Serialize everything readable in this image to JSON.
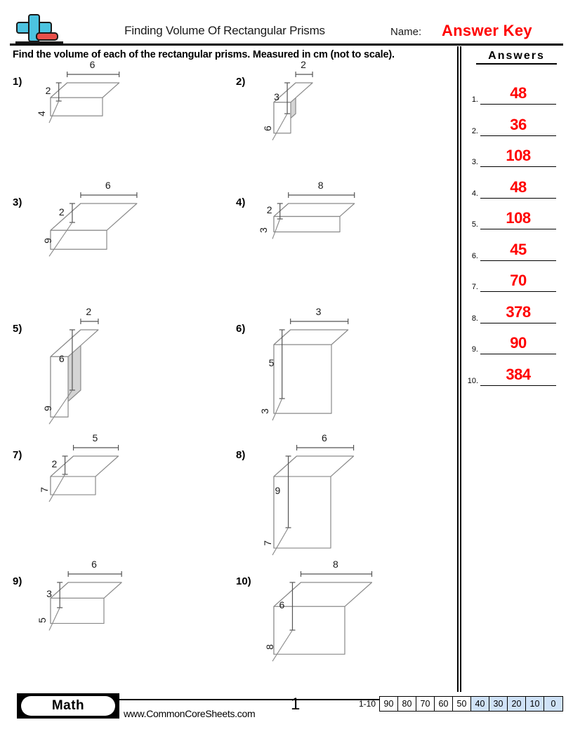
{
  "header": {
    "logo_name": "common-core-sheets-logo",
    "title": "Finding Volume Of Rectangular Prisms",
    "name_label": "Name:",
    "answer_key_text": "Answer Key",
    "answer_key_color": "#ff0000",
    "instructions": "Find the volume of each of the rectangular prisms. Measured in cm (not to scale)."
  },
  "answers_panel": {
    "heading": "Answers",
    "rows": [
      {
        "num": "1.",
        "value": "48"
      },
      {
        "num": "2.",
        "value": "36"
      },
      {
        "num": "3.",
        "value": "108"
      },
      {
        "num": "4.",
        "value": "48"
      },
      {
        "num": "5.",
        "value": "108"
      },
      {
        "num": "6.",
        "value": "45"
      },
      {
        "num": "7.",
        "value": "70"
      },
      {
        "num": "8.",
        "value": "378"
      },
      {
        "num": "9.",
        "value": "90"
      },
      {
        "num": "10.",
        "value": "384"
      }
    ]
  },
  "problems": [
    {
      "num": "1)",
      "width": "6",
      "height": "2",
      "depth": "4"
    },
    {
      "num": "2)",
      "width": "2",
      "height": "3",
      "depth": "6"
    },
    {
      "num": "3)",
      "width": "6",
      "height": "2",
      "depth": "9"
    },
    {
      "num": "4)",
      "width": "8",
      "height": "2",
      "depth": "3"
    },
    {
      "num": "5)",
      "width": "2",
      "height": "6",
      "depth": "9"
    },
    {
      "num": "6)",
      "width": "3",
      "height": "5",
      "depth": "3"
    },
    {
      "num": "7)",
      "width": "5",
      "height": "2",
      "depth": "7"
    },
    {
      "num": "8)",
      "width": "6",
      "height": "9",
      "depth": "7"
    },
    {
      "num": "9)",
      "width": "6",
      "height": "3",
      "depth": "5"
    },
    {
      "num": "10)",
      "width": "8",
      "height": "6",
      "depth": "8"
    }
  ],
  "footer": {
    "subject_badge": "Math",
    "site_url": "www.CommonCoreSheets.com",
    "page_number": "1",
    "score_label": "1-10",
    "score_cells": [
      {
        "value": "90",
        "highlighted": false
      },
      {
        "value": "80",
        "highlighted": false
      },
      {
        "value": "70",
        "highlighted": false
      },
      {
        "value": "60",
        "highlighted": false
      },
      {
        "value": "50",
        "highlighted": false
      },
      {
        "value": "40",
        "highlighted": true
      },
      {
        "value": "30",
        "highlighted": true
      },
      {
        "value": "20",
        "highlighted": true
      },
      {
        "value": "10",
        "highlighted": true
      },
      {
        "value": "0",
        "highlighted": true
      }
    ],
    "highlight_color": "#cfe2f7"
  },
  "style": {
    "prism_face_shade": "#d4d4d4",
    "prism_outline": "#8a8a8a"
  }
}
